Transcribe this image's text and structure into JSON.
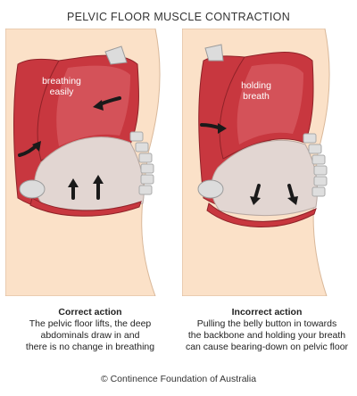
{
  "title": "PELVIC FLOOR MUSCLE CONTRACTION",
  "panels": [
    {
      "lung_label": [
        "breathing",
        "easily"
      ],
      "caption_title": "Correct action",
      "caption_lines": [
        "The pelvic floor lifts, the deep",
        "abdominals draw in and",
        "there is no change in breathing"
      ]
    },
    {
      "lung_label": [
        "holding",
        "breath"
      ],
      "caption_title": "Incorrect action",
      "caption_lines": [
        "Pulling the belly button in towards",
        "the backbone and holding your breath",
        "can cause bearing-down on pelvic floor"
      ]
    }
  ],
  "credit": "© Continence Foundation of Australia",
  "colors": {
    "skin": "#fbe1c8",
    "skin_outline": "#d9b89a",
    "muscle": "#c8373f",
    "muscle_light": "#df6a6f",
    "organ_bg": "#e2d6d2",
    "spine": "#dedede",
    "arrow": "#1a1a1a"
  },
  "icons": [
    "arrow-icon",
    "spine-icon",
    "pubic-bone-icon"
  ]
}
